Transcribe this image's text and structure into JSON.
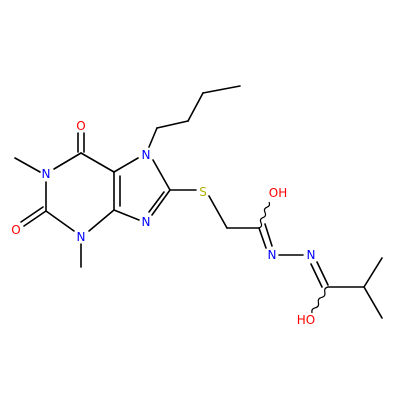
{
  "colors": {
    "background": "#ffffff",
    "bond": "#000000",
    "nitrogen": "#0000ff",
    "oxygen": "#ff0000",
    "sulfur": "#b2b200"
  },
  "atoms": {
    "n7": {
      "text": "N",
      "element": "nitrogen"
    },
    "n1": {
      "text": "N",
      "element": "nitrogen"
    },
    "n3": {
      "text": "N",
      "element": "nitrogen"
    },
    "n9": {
      "text": "N",
      "element": "nitrogen"
    },
    "n_hyd_1": {
      "text": "N",
      "element": "nitrogen"
    },
    "n_hyd_2": {
      "text": "N",
      "element": "nitrogen"
    },
    "o6": {
      "text": "O",
      "element": "oxygen"
    },
    "o2": {
      "text": "O",
      "element": "oxygen"
    },
    "oh_1": {
      "text": "OH",
      "element": "oxygen"
    },
    "oh_2": {
      "text": "HO",
      "element": "oxygen"
    },
    "s": {
      "text": "S",
      "element": "sulfur"
    }
  }
}
